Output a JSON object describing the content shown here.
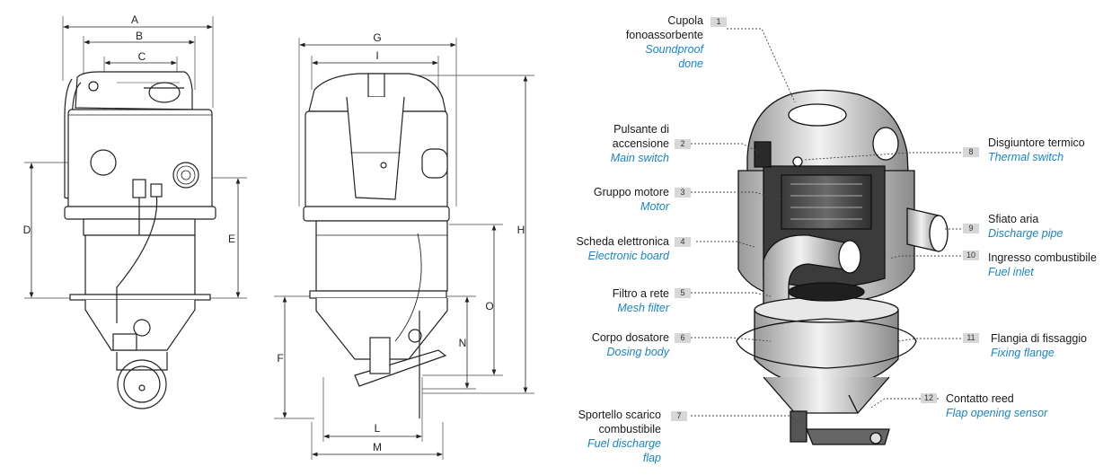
{
  "dimensions": [
    "A",
    "B",
    "C",
    "D",
    "E",
    "G",
    "I",
    "H",
    "O",
    "N",
    "F",
    "L",
    "M"
  ],
  "callouts": [
    {
      "num": "1",
      "it": "Cupola",
      "en": "Soundproof"
    },
    {
      "num": "2",
      "it": "Pulsante di",
      "en": "Main switch"
    },
    {
      "num": "3",
      "it": "Gruppo motore",
      "en": "Motor"
    },
    {
      "num": "4",
      "it": "Scheda elettronica",
      "en": "Electronic board"
    },
    {
      "num": "5",
      "it": "Filtro a rete",
      "en": "Mesh filter"
    },
    {
      "num": "6",
      "it": "Corpo dosatore",
      "en": "Dosing body"
    },
    {
      "num": "7",
      "it": "Sportello scarico",
      "en": "Fuel discharge"
    },
    {
      "num": "8",
      "it": "Disgiuntore termico",
      "en": "Thermal switch"
    },
    {
      "num": "9",
      "it": "Sfiato aria",
      "en": "Discharge pipe"
    },
    {
      "num": "10",
      "it": "Ingresso combustibile",
      "en": "Fuel inlet"
    },
    {
      "num": "11",
      "it": "Flangia di fissaggio",
      "en": "Fixing flange"
    },
    {
      "num": "12",
      "it": "Contatto reed",
      "en": "Flap opening sensor"
    }
  ],
  "extra_lines": {
    "c1_it2": "fonoassorbente",
    "c1_en2": "done",
    "c2_it2": "accensione",
    "c7_it2": "combustibile",
    "c7_en2": "flap"
  }
}
